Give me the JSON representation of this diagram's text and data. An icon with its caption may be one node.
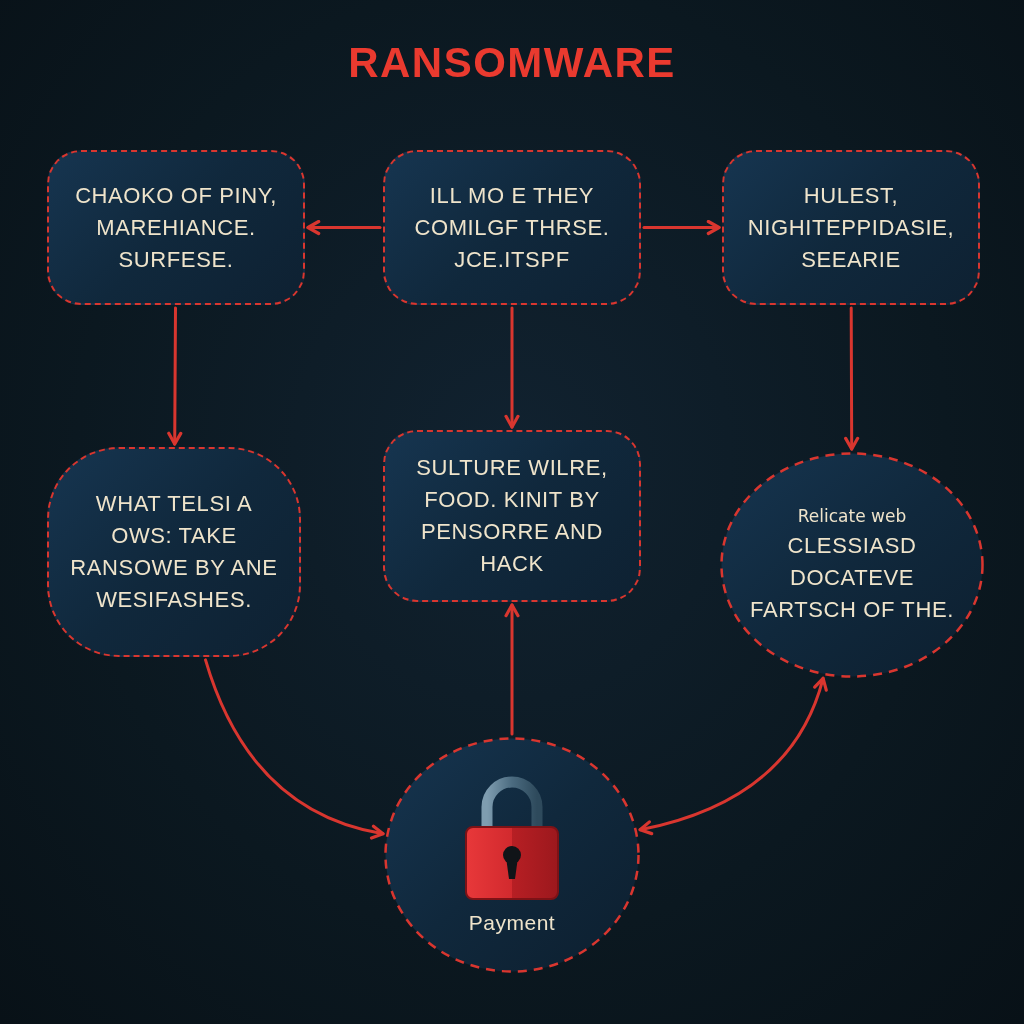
{
  "diagram": {
    "title": "RANSOMWARE",
    "nodes": [
      {
        "text": [
          "CHAOKO OF PINY, MAREHIANCE. SURFESE."
        ]
      },
      {
        "text": [
          "ILL MO E THEY COMILGF THRSE. JCE.ITSPF"
        ]
      },
      {
        "text": [
          "HULEST, NIGHITEPPIDASIE, SEEARIE"
        ]
      },
      {
        "text": [
          "WHAT TELSI A OWS: TAKE RANSOWE BY ANE WESIFASHES."
        ]
      },
      {
        "text": [
          "SULTURE WILRE, FOOD. KINIT BY PENSORRE AND HACK"
        ]
      },
      {
        "text": [
          "Relicate web",
          "CLESSIASD DOCATEVE FARTSCH OF THE."
        ]
      },
      {
        "text": [
          "Payment"
        ]
      }
    ],
    "edges": [
      {
        "from": 1,
        "to": 0,
        "arrow": "to"
      },
      {
        "from": 1,
        "to": 2,
        "arrow": "to"
      },
      {
        "from": 0,
        "to": 3,
        "arrow": "to"
      },
      {
        "from": 1,
        "to": 4,
        "arrow": "to"
      },
      {
        "from": 2,
        "to": 5,
        "arrow": "to"
      },
      {
        "from": 3,
        "to": 6,
        "arrow": "to"
      },
      {
        "from": 6,
        "to": 4,
        "arrow": "to"
      },
      {
        "from": 6,
        "to": 5,
        "arrow": "both"
      }
    ]
  }
}
